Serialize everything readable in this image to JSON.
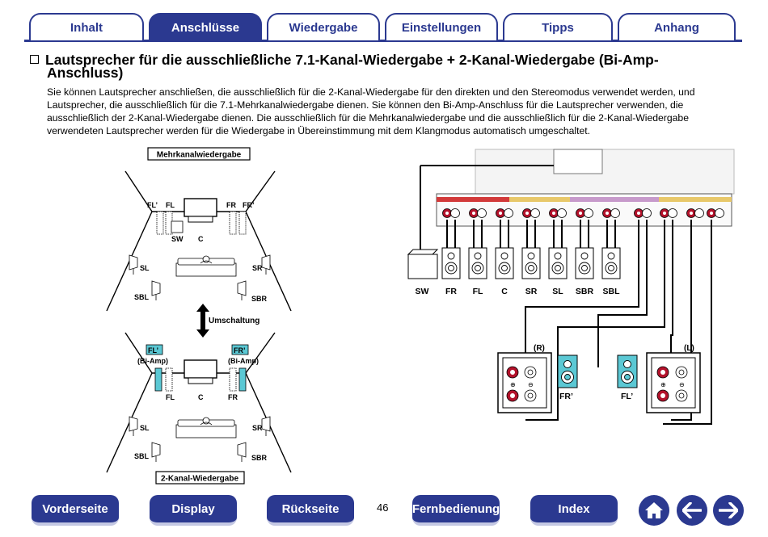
{
  "tabs": [
    {
      "label": "Inhalt",
      "active": false
    },
    {
      "label": "Anschlüsse",
      "active": true
    },
    {
      "label": "Wiedergabe",
      "active": false
    },
    {
      "label": "Einstellungen",
      "active": false
    },
    {
      "label": "Tipps",
      "active": false
    },
    {
      "label": "Anhang",
      "active": false
    }
  ],
  "section": {
    "title_line1": "Lautsprecher für die ausschließliche 7.1-Kanal-Wiedergabe + 2-Kanal-Wiedergabe (Bi-Amp-",
    "title_line2": "Anschluss)",
    "intro": "Sie können Lautsprecher anschließen, die ausschließlich für die 2-Kanal-Wiedergabe für den direkten und den Stereomodus verwendet werden, und Lautsprecher, die ausschließlich für die 7.1-Mehrkanalwiedergabe dienen. Sie können den Bi-Amp-Anschluss für die Lautsprecher verwenden, die ausschließlich der 2-Kanal-Wiedergabe dienen. Die ausschließlich für die Mehrkanalwiedergabe und die ausschließlich für die 2-Kanal-Wiedergabe verwendeten Lautsprecher werden für die Wiedergabe in Übereinstimmung mit dem Klangmodus automatisch umgeschaltet."
  },
  "room_diagram": {
    "top_label": "Mehrkanalwiedergabe",
    "bottom_label": "2-Kanal-Wiedergabe",
    "switch_label": "Umschaltung",
    "top_room": {
      "fl_prime": "FL’",
      "fl": "FL",
      "fr": "FR",
      "fr_prime": "FR’",
      "sw": "SW",
      "c": "C",
      "sl": "SL",
      "sr": "SR",
      "sbl": "SBL",
      "sbr": "SBR"
    },
    "bottom_room": {
      "fl_prime": "FL’",
      "fr_prime": "FR’",
      "bi_amp": "(Bi-Amp)",
      "fl": "FL",
      "c": "C",
      "fr": "FR",
      "sl": "SL",
      "sr": "SR",
      "sbl": "SBL",
      "sbr": "SBR"
    }
  },
  "wiring_diagram": {
    "speaker_labels": [
      "SW",
      "FR",
      "FL",
      "C",
      "SR",
      "SL",
      "SBR",
      "SBL"
    ],
    "right_bi_amp": {
      "channel": "(R)",
      "speaker": "FR’"
    },
    "left_bi_amp": {
      "channel": "(L)",
      "speaker": "FL’"
    },
    "highlight_color": "#5bc8d4",
    "terminal_color": "#b3122b"
  },
  "nav": {
    "vorderseite": "Vorderseite",
    "display": "Display",
    "rueckseite": "Rückseite",
    "fernbedienung": "Fernbedienung",
    "index": "Index",
    "page_number": "46"
  },
  "icons": {
    "home": "home-icon",
    "back": "arrow-left-icon",
    "forward": "arrow-right-icon"
  }
}
